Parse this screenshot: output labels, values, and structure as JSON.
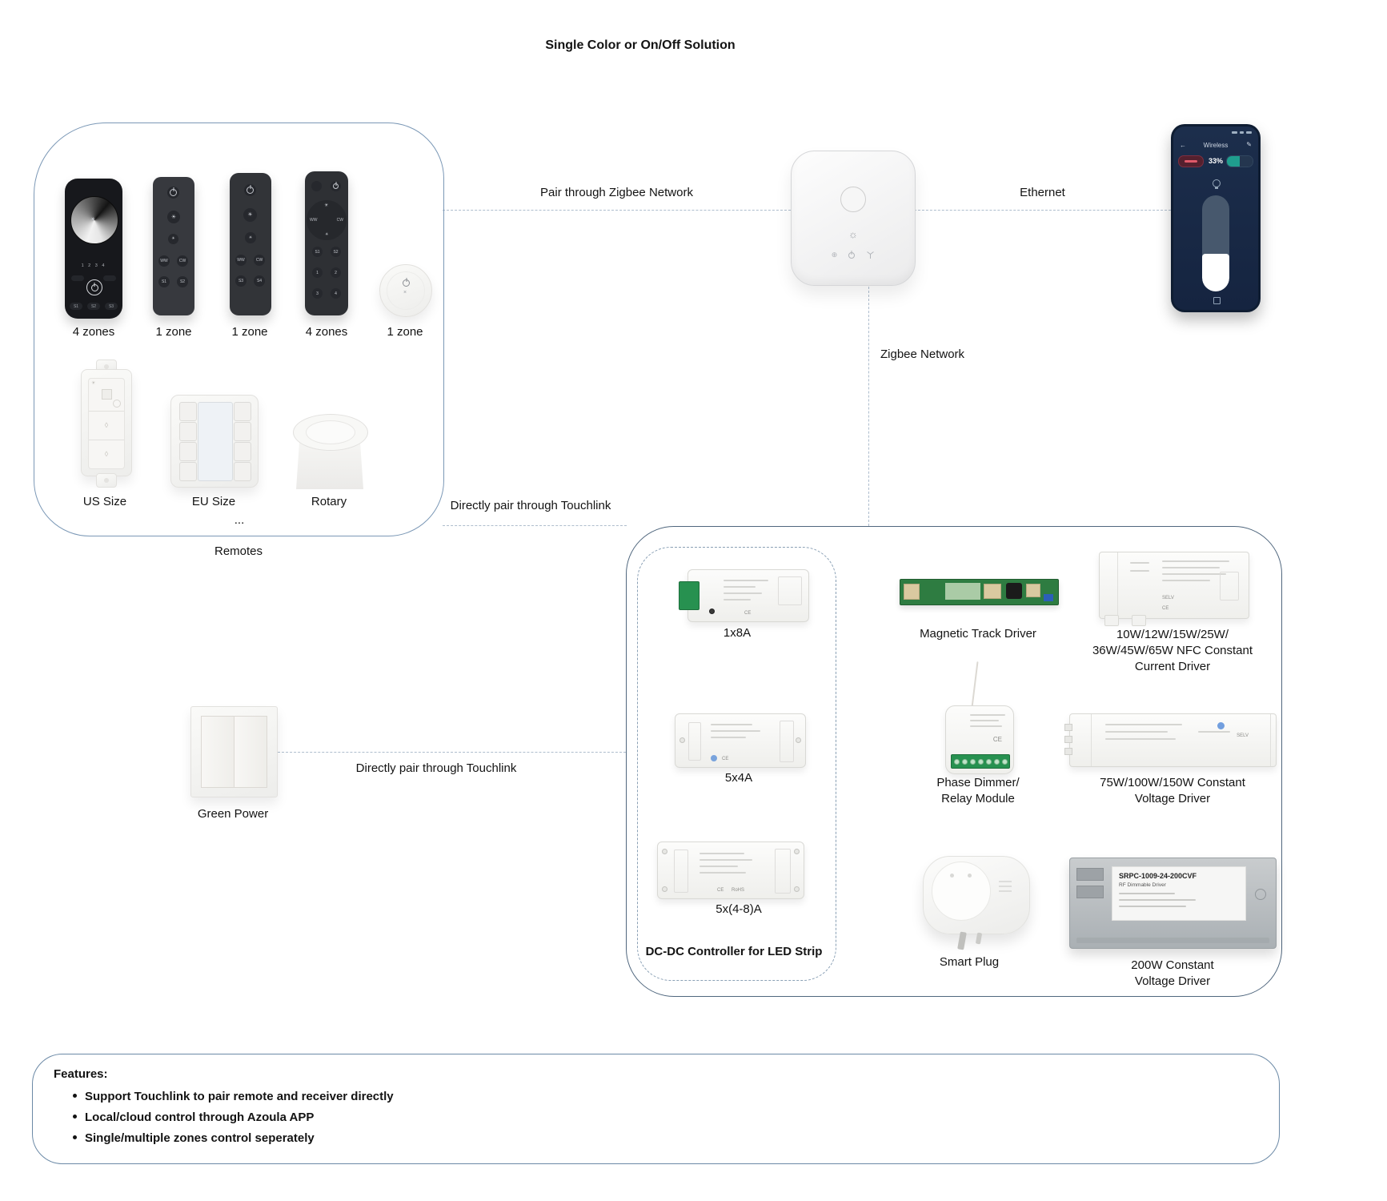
{
  "title": "Single Color or On/Off Solution",
  "connections": {
    "pair_zigbee": "Pair through Zigbee Network",
    "ethernet": "Ethernet",
    "zigbee_network": "Zigbee Network",
    "touchlink_top": "Directly pair through Touchlink",
    "touchlink_bottom": "Directly pair through Touchlink"
  },
  "remotes": {
    "box_label": "Remotes",
    "more": "...",
    "zone_labels": [
      "4 zones",
      "1 zone",
      "1 zone",
      "4 zones",
      "1 zone"
    ],
    "form_labels": [
      "US Size",
      "EU Size",
      "Rotary"
    ],
    "r1": {
      "numbers": "1   2   3   4",
      "s1": "S1",
      "s2": "S2",
      "s3": "S3"
    },
    "r2": {
      "ww": "WW",
      "cw": "CW",
      "s1": "S1",
      "s2": "S2"
    },
    "r3": {
      "ww": "WW",
      "cw": "CW",
      "s3": "S3",
      "s4": "S4"
    },
    "r4": {
      "ww": "WW",
      "cw": "CW",
      "s1": "S1",
      "s2": "S2",
      "n1": "1",
      "n2": "2",
      "n3": "3",
      "n4": "4"
    }
  },
  "green_power": {
    "label": "Green Power"
  },
  "phone": {
    "title": "Wireless",
    "brightness": "33%"
  },
  "receivers": {
    "dcdc": {
      "title": "DC-DC Controller for LED Strip",
      "i1": "1x8A",
      "i2": "5x4A",
      "i3": "5x(4-8)A"
    },
    "magnetic_track": "Magnetic Track  Driver",
    "nfc": [
      "10W/12W/15W/25W/",
      "36W/45W/65W NFC Constant",
      "Current Driver"
    ],
    "phase": [
      "Phase Dimmer/",
      "Relay Module"
    ],
    "cv75": [
      "75W/100W/150W Constant",
      "Voltage Driver"
    ],
    "smart_plug": "Smart Plug",
    "cv200": [
      "200W Constant",
      "Voltage Driver"
    ],
    "cv200_model": "SRPC-1009-24-200CVF",
    "cv200_sub": "RF Dimmable Driver"
  },
  "marks": {
    "ce": "CE",
    "selv": "SELV",
    "rohs": "RoHS"
  },
  "features": {
    "heading": "Features:",
    "items": [
      "Support Touchlink to pair remote and receiver directly",
      "Local/cloud control through Azoula APP",
      "Single/multiple zones control seperately"
    ]
  }
}
